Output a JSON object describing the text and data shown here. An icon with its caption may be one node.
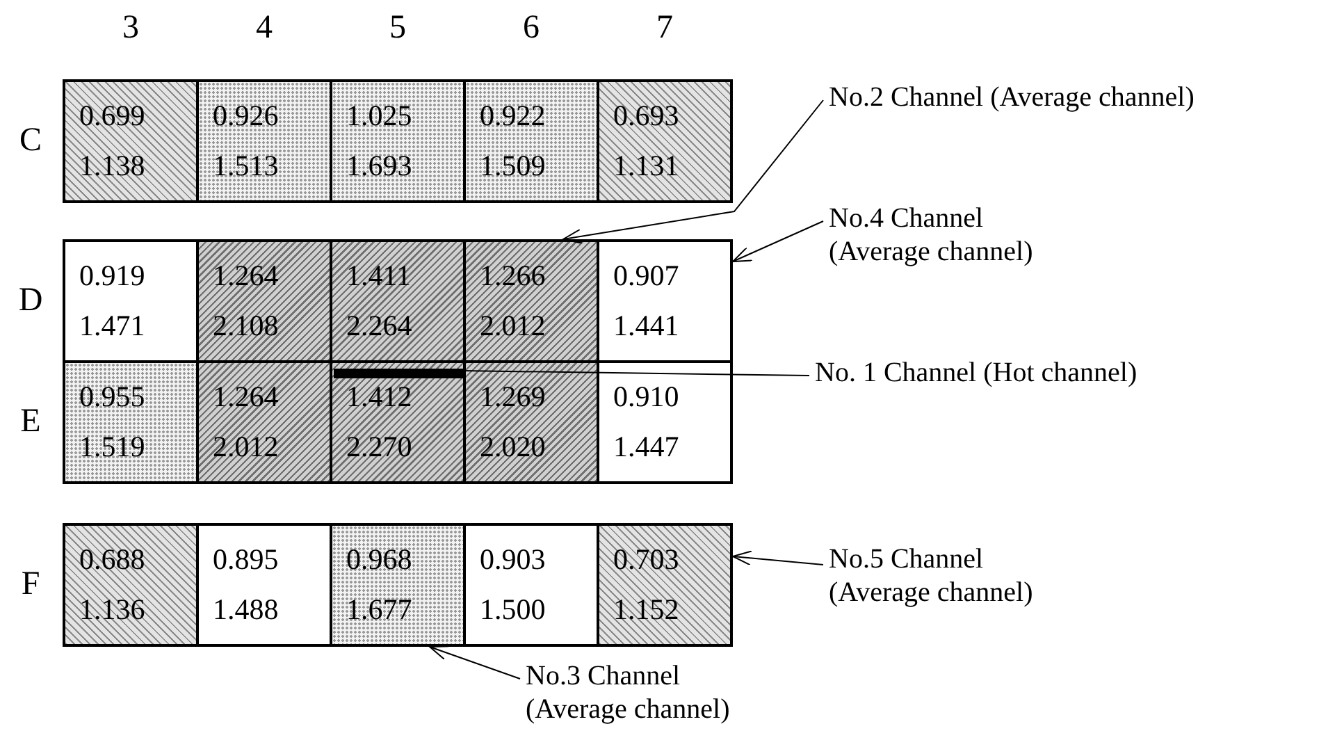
{
  "diagram": {
    "nodes": [
      {
        "text": [
          "0.699",
          "1.138"
        ]
      },
      {
        "text": [
          "0.926",
          "1.513"
        ]
      },
      {
        "text": [
          "1.025",
          "1.693"
        ]
      },
      {
        "text": [
          "0.922",
          "1.509"
        ]
      },
      {
        "text": [
          "0.693",
          "1.131"
        ]
      },
      {
        "text": [
          "0.919",
          "1.471"
        ]
      },
      {
        "text": [
          "1.264",
          "2.108"
        ]
      },
      {
        "text": [
          "1.411",
          "2.264"
        ]
      },
      {
        "text": [
          "1.266",
          "2.012"
        ]
      },
      {
        "text": [
          "0.907",
          "1.441"
        ]
      },
      {
        "text": [
          "0.955",
          "1.519"
        ]
      },
      {
        "text": [
          "1.264",
          "2.012"
        ]
      },
      {
        "text": [
          "1.412",
          "2.270"
        ]
      },
      {
        "text": [
          "1.269",
          "2.020"
        ]
      },
      {
        "text": [
          "0.910",
          "1.447"
        ]
      },
      {
        "text": [
          "0.688",
          "1.136"
        ]
      },
      {
        "text": [
          "0.895",
          "1.488"
        ]
      },
      {
        "text": [
          "0.968",
          "1.677"
        ]
      },
      {
        "text": [
          "0.903",
          "1.500"
        ]
      },
      {
        "text": [
          "0.703",
          "1.152"
        ]
      },
      {
        "text": [],
        "shape": "bar",
        "in": 12
      },
      {
        "text": [
          "No.2 Channel (Average channel)"
        ]
      },
      {
        "text": [
          "No.4 Channel (Average channel)"
        ]
      },
      {
        "text": [
          "No. 1 Channel (Hot channel)"
        ]
      },
      {
        "text": [
          "No.5 Channel (Average channel)"
        ]
      },
      {
        "text": [
          "No.3 Channel (Average channel)"
        ]
      }
    ],
    "edges": [
      {
        "from": 21,
        "to": 8,
        "arrow": "to"
      },
      {
        "from": 22,
        "to": 9,
        "arrow": "to"
      },
      {
        "from": 23,
        "to": 20,
        "arrow": "none"
      },
      {
        "from": 24,
        "to": 19,
        "arrow": "to"
      },
      {
        "from": 25,
        "to": 17,
        "arrow": "to"
      }
    ],
    "labels": [
      "3",
      "4",
      "5",
      "6",
      "7",
      "C",
      "D",
      "E",
      "F"
    ]
  }
}
